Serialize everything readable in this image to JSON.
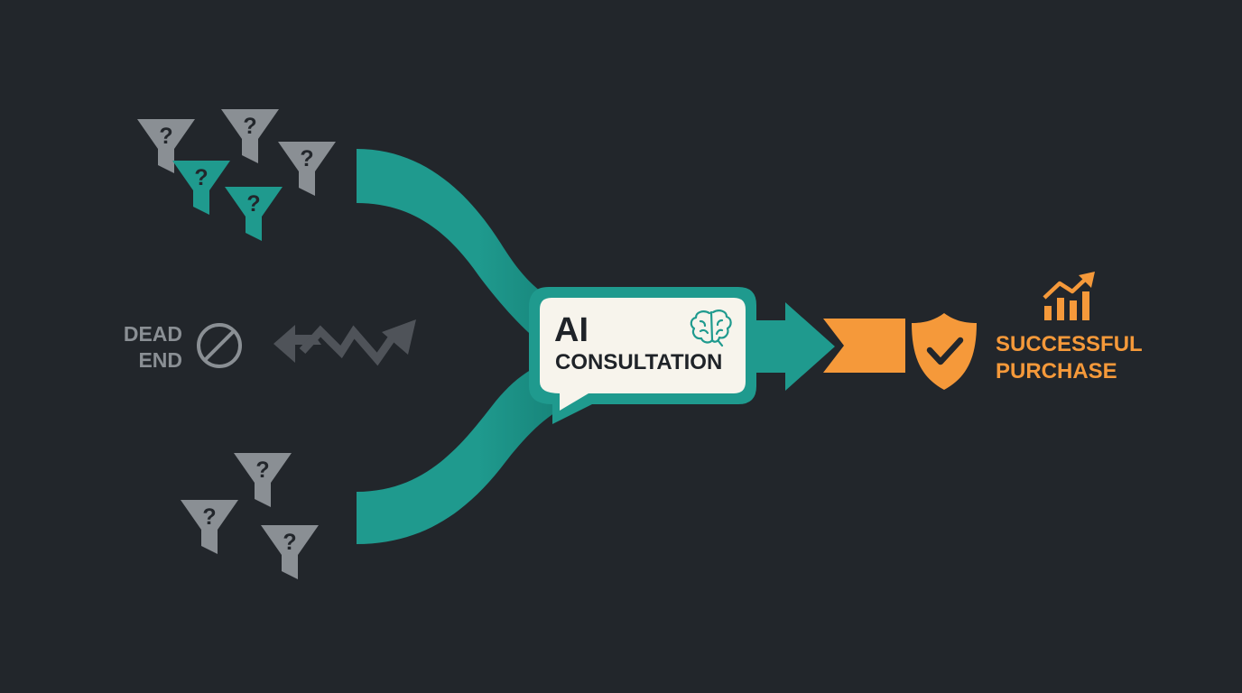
{
  "colors": {
    "background": "#22262b",
    "teal": "#1f9a8e",
    "gray": "#8a8f94",
    "orange": "#f5993a",
    "bubble_fill": "#f7f4ec",
    "dark_text": "#1f2328"
  },
  "dead_end": {
    "line1": "DEAD",
    "line2": "END",
    "icon": "prohibited-icon"
  },
  "consultation": {
    "title": "AI",
    "subtitle": "CONSULTATION",
    "icon": "brain-icon"
  },
  "outcome": {
    "line1": "SUCCESSFUL",
    "line2": "PURCHASE",
    "shield_icon": "shield-check-icon",
    "growth_icon": "growth-chart-icon"
  },
  "funnel_mark": "?"
}
